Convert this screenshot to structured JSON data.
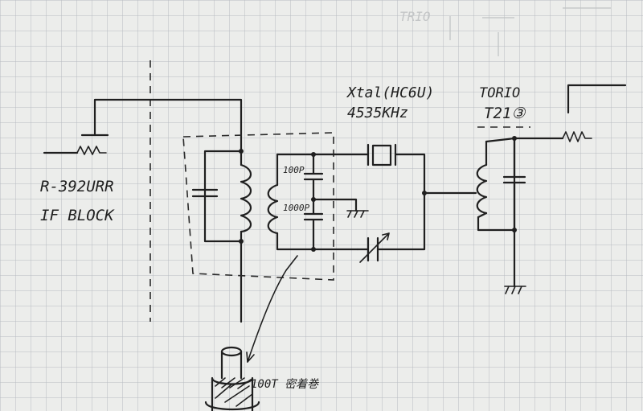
{
  "labels": {
    "radio_model": "R-392URR",
    "radio_block": "IF BLOCK",
    "crystal_type": "Xtal(HC6U)",
    "crystal_freq": "4535KHz",
    "transformer_maker": "TORIO",
    "transformer_model": "T21③",
    "cap_top": "100P",
    "cap_bottom": "1000P",
    "coil_note": "100T 密着巻",
    "ghost_text": "TRIO"
  },
  "colors": {
    "paper": "#ecedeb",
    "grid": "#b7bcc1",
    "ink": "#1f1f1f"
  },
  "grid": {
    "on": true
  }
}
